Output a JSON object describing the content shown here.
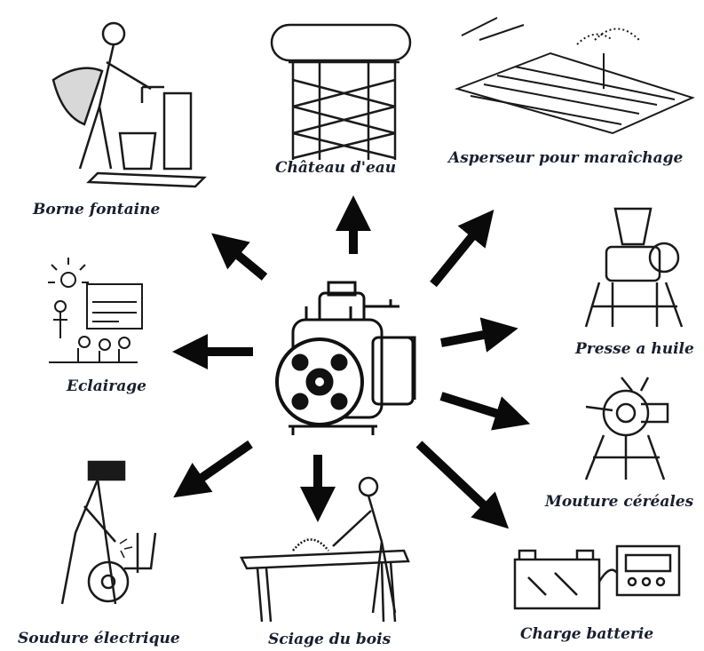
{
  "center": {
    "name": "engine",
    "icon": "diesel-engine-icon"
  },
  "uses": [
    {
      "id": "borne-fontaine",
      "label": "Borne fontaine",
      "icon": "water-tap-woman-icon"
    },
    {
      "id": "chateau-eau",
      "label": "Château d'eau",
      "icon": "water-tower-icon"
    },
    {
      "id": "asperseur",
      "label": "Asperseur pour maraîchage",
      "icon": "sprinkler-field-icon"
    },
    {
      "id": "presse-huile",
      "label": "Presse a huile",
      "icon": "oil-press-icon"
    },
    {
      "id": "mouture",
      "label": "Mouture céréales",
      "icon": "grain-mill-icon"
    },
    {
      "id": "charge-batterie",
      "label": "Charge batterie",
      "icon": "battery-charger-icon"
    },
    {
      "id": "sciage-bois",
      "label": "Sciage du bois",
      "icon": "wood-saw-icon"
    },
    {
      "id": "soudure",
      "label": "Soudure électrique",
      "icon": "welder-icon"
    },
    {
      "id": "eclairage",
      "label": "Eclairage",
      "icon": "lamp-lighting-icon"
    }
  ]
}
